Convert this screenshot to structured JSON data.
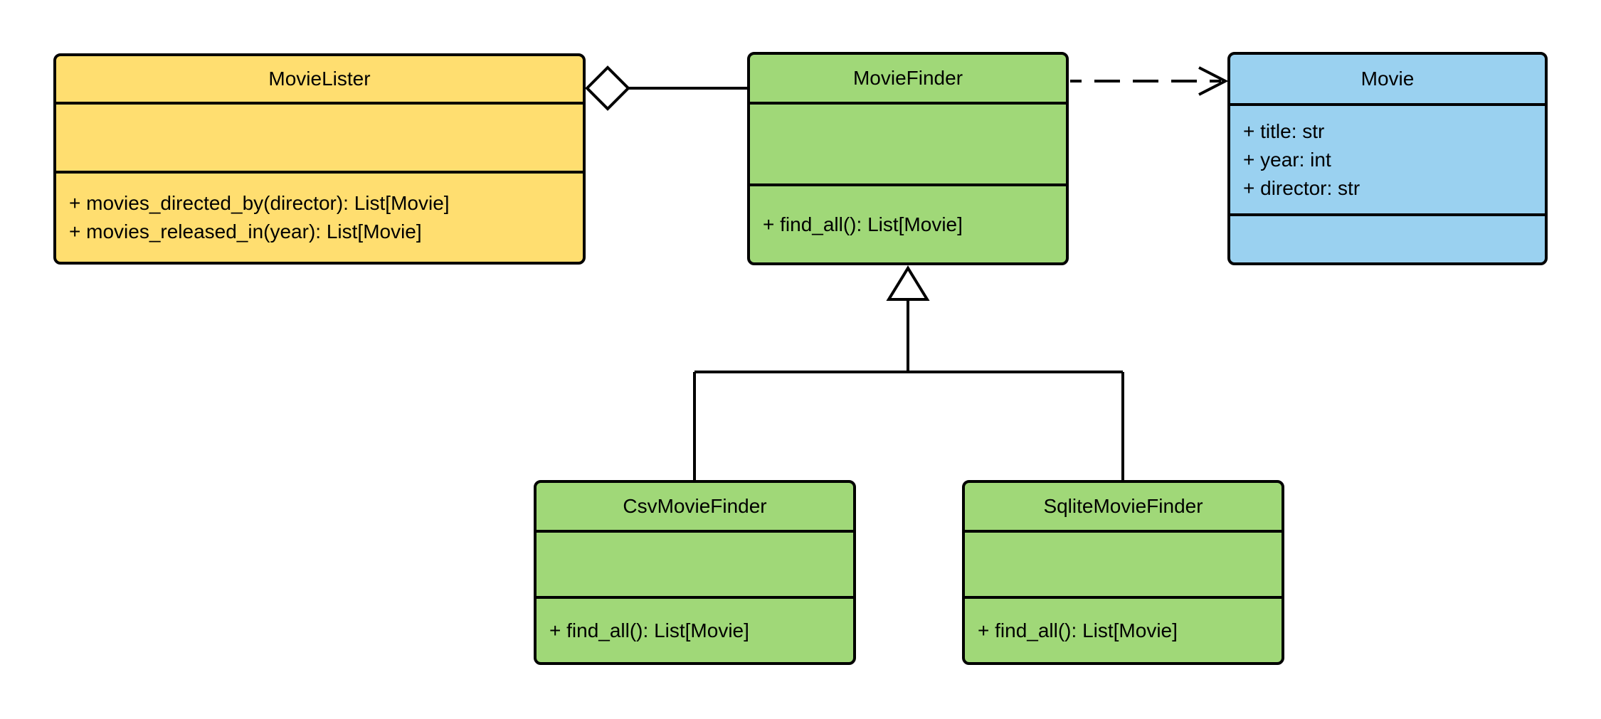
{
  "diagram": {
    "kind": "uml-class-diagram",
    "colors": {
      "line": "#000000",
      "background": "#FFFFFF",
      "yellow_fill": "#FFDE70",
      "green_fill": "#A0D878",
      "blue_fill": "#9AD1F0"
    },
    "classes": [
      {
        "name": "MovieLister",
        "fill": "#FFDE70",
        "attributes": [],
        "methods": [
          "+ movies_directed_by(director): List[Movie]",
          "+ movies_released_in(year): List[Movie]"
        ]
      },
      {
        "name": "MovieFinder",
        "fill": "#A0D878",
        "attributes": [],
        "methods": [
          "+ find_all(): List[Movie]"
        ]
      },
      {
        "name": "Movie",
        "fill": "#9AD1F0",
        "attributes": [
          "+ title: str",
          "+ year: int",
          "+ director: str"
        ],
        "methods": []
      },
      {
        "name": "CsvMovieFinder",
        "fill": "#A0D878",
        "attributes": [],
        "methods": [
          "+ find_all(): List[Movie]"
        ]
      },
      {
        "name": "SqliteMovieFinder",
        "fill": "#A0D878",
        "attributes": [],
        "methods": [
          "+ find_all(): List[Movie]"
        ]
      }
    ],
    "relationships": [
      {
        "type": "aggregation",
        "from": "MovieLister",
        "to": "MovieFinder"
      },
      {
        "type": "dependency",
        "from": "MovieFinder",
        "to": "Movie"
      },
      {
        "type": "generalization",
        "from": "CsvMovieFinder",
        "to": "MovieFinder"
      },
      {
        "type": "generalization",
        "from": "SqliteMovieFinder",
        "to": "MovieFinder"
      }
    ]
  }
}
